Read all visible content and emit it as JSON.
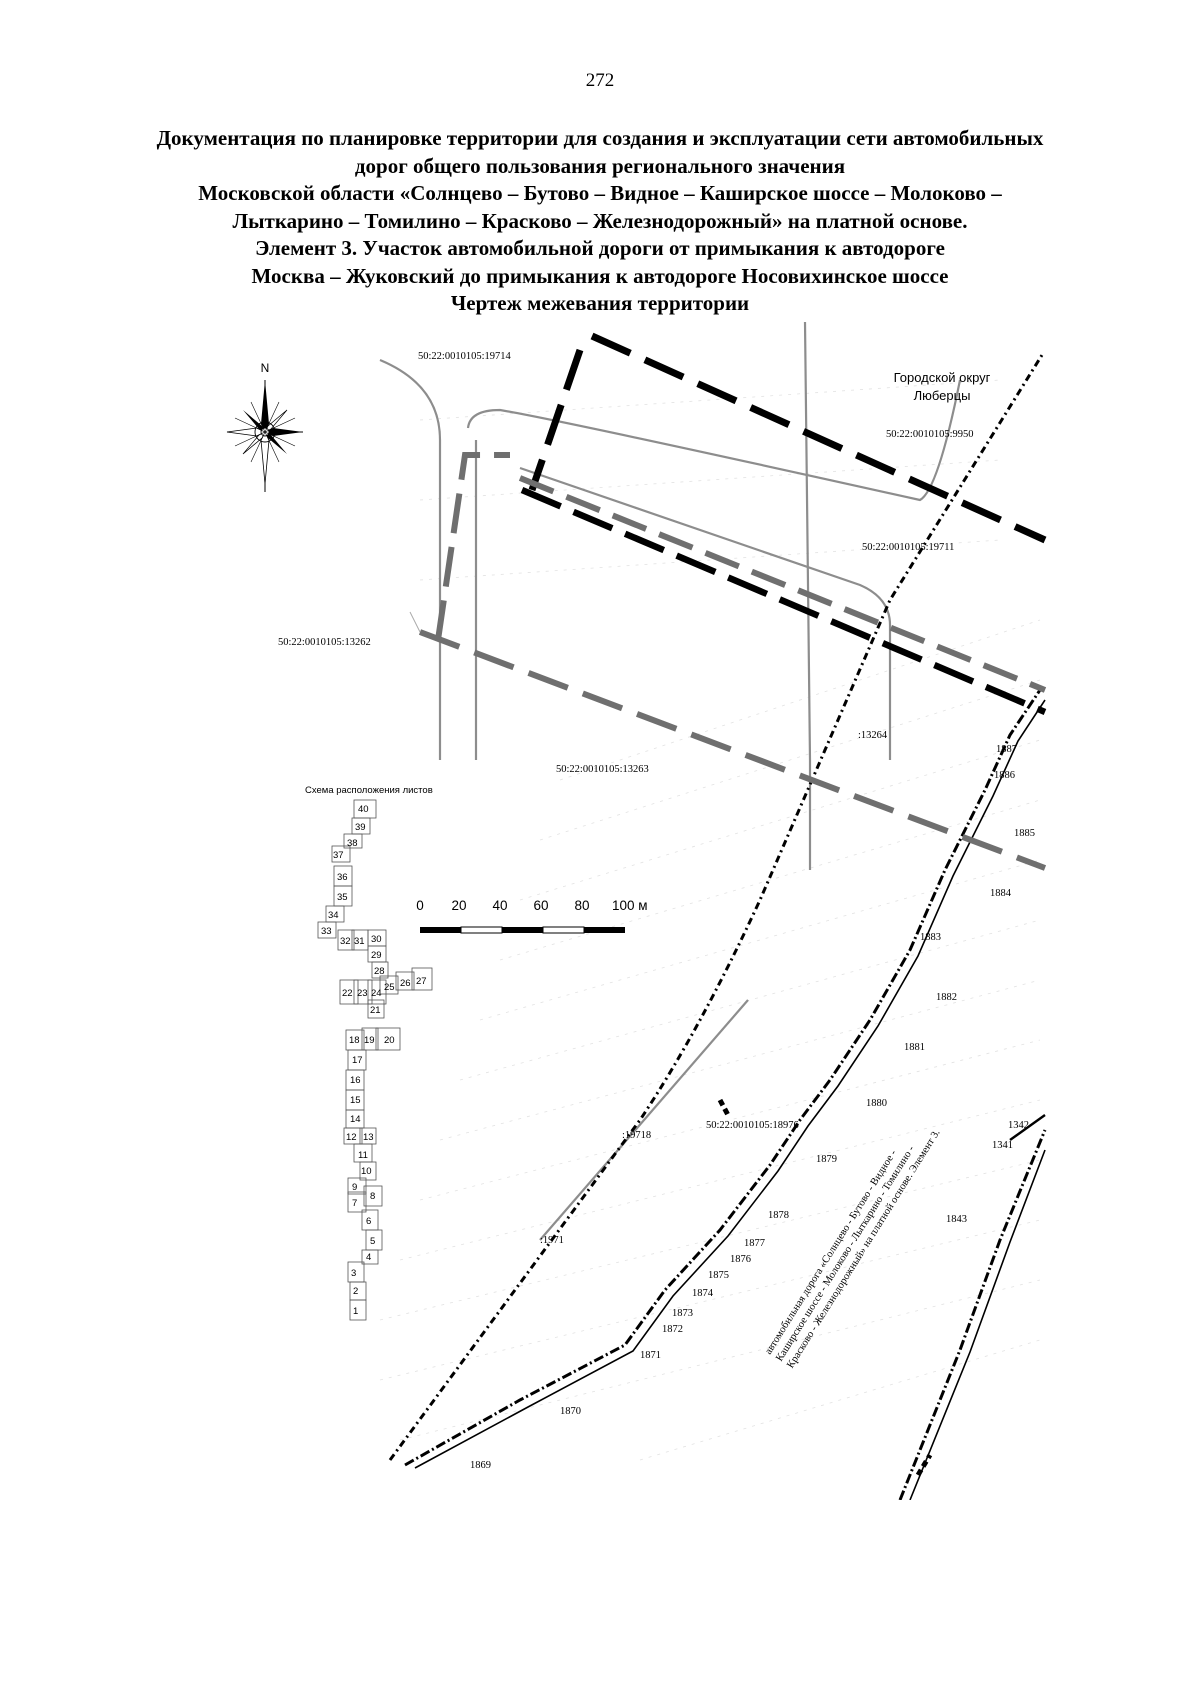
{
  "page_number": "272",
  "title_lines": [
    "Документация по планировке территории для создания и эксплуатации сети автомобильных",
    "дорог общего пользования регионального значения",
    "Московской области «Солнцево – Бутово – Видное – Каширское шоссе – Молоково –",
    "Лыткарино – Томилино – Красково – Железнодорожный» на платной основе.",
    "Элемент 3. Участок автомобильной дороги от примыкания к автодороге",
    "Москва – Жуковский до примыкания к автодороге Носовихинское шоссе",
    "Чертеж межевания территории"
  ],
  "compass": {
    "north_label": "N",
    "icon": "compass-rose-icon"
  },
  "district": {
    "line1": "Городской округ",
    "line2": "Люберцы"
  },
  "parcels": {
    "p19714": "50:22:0010105:19714",
    "p9950": "50:22:0010105:9950",
    "p19711": "50:22:0010105:19711",
    "p13262": "50:22:0010105:13262",
    "p13264": ":13264",
    "p13263": "50:22:0010105:13263",
    "p18976": "50:22:0010105:18976",
    "p19718": ":19718",
    "p1971x": ":1971"
  },
  "scale_bar": {
    "ticks": [
      "0",
      "20",
      "40",
      "60",
      "80",
      "100 м"
    ]
  },
  "sheet_scheme": {
    "title": "Схема расположения листов",
    "sheets": [
      "1",
      "2",
      "3",
      "4",
      "5",
      "6",
      "7",
      "8",
      "9",
      "10",
      "11",
      "12",
      "13",
      "14",
      "15",
      "16",
      "17",
      "18",
      "19",
      "20",
      "21",
      "22",
      "23",
      "24",
      "25",
      "26",
      "27",
      "28",
      "29",
      "30",
      "31",
      "32",
      "33",
      "34",
      "35",
      "36",
      "37",
      "38",
      "39",
      "40"
    ]
  },
  "points": {
    "p1869": "1869",
    "p1870": "1870",
    "p1871": "1871",
    "p1872": "1872",
    "p1873": "1873",
    "p1874": "1874",
    "p1875": "1875",
    "p1876": "1876",
    "p1877": "1877",
    "p1878": "1878",
    "p1879": "1879",
    "p1880": "1880",
    "p1881": "1881",
    "p1882": "1882",
    "p1883": "1883",
    "p1884": "1884",
    "p1885": "1885",
    "p1886": "1886",
    "p1887": "1887",
    "p1342": "1342",
    "p1341": "1341",
    "p1843": "1843"
  },
  "road_label": {
    "line1": "автомобильная дорога «Солнцево - Бутово - Видное -",
    "line2": "Каширское шоссе - Молоково - Лыткарино - Томилино -",
    "line3": "Красково - Железнодорожный» на платной основе. Элемент 3."
  }
}
